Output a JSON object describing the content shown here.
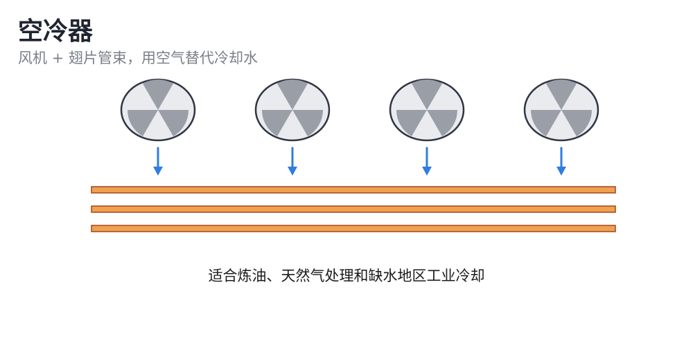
{
  "header": {
    "title": "空冷器",
    "subtitle": "风机 + 翅片管束，用空气替代冷却水"
  },
  "caption": "适合炼油、天然气处理和缺水地区工业冷却",
  "diagram": {
    "fan_count": 4,
    "tube_count": 3,
    "colors": {
      "fan_fill": "#e9ebef",
      "fan_stroke": "#2f3542",
      "fan_blade": "#9a9ea7",
      "arrow": "#2f7de1",
      "tube_fill": "#f0a050",
      "tube_stroke": "#a2461c"
    },
    "icons": [
      "fan-icon",
      "airflow-arrow-icon"
    ]
  }
}
